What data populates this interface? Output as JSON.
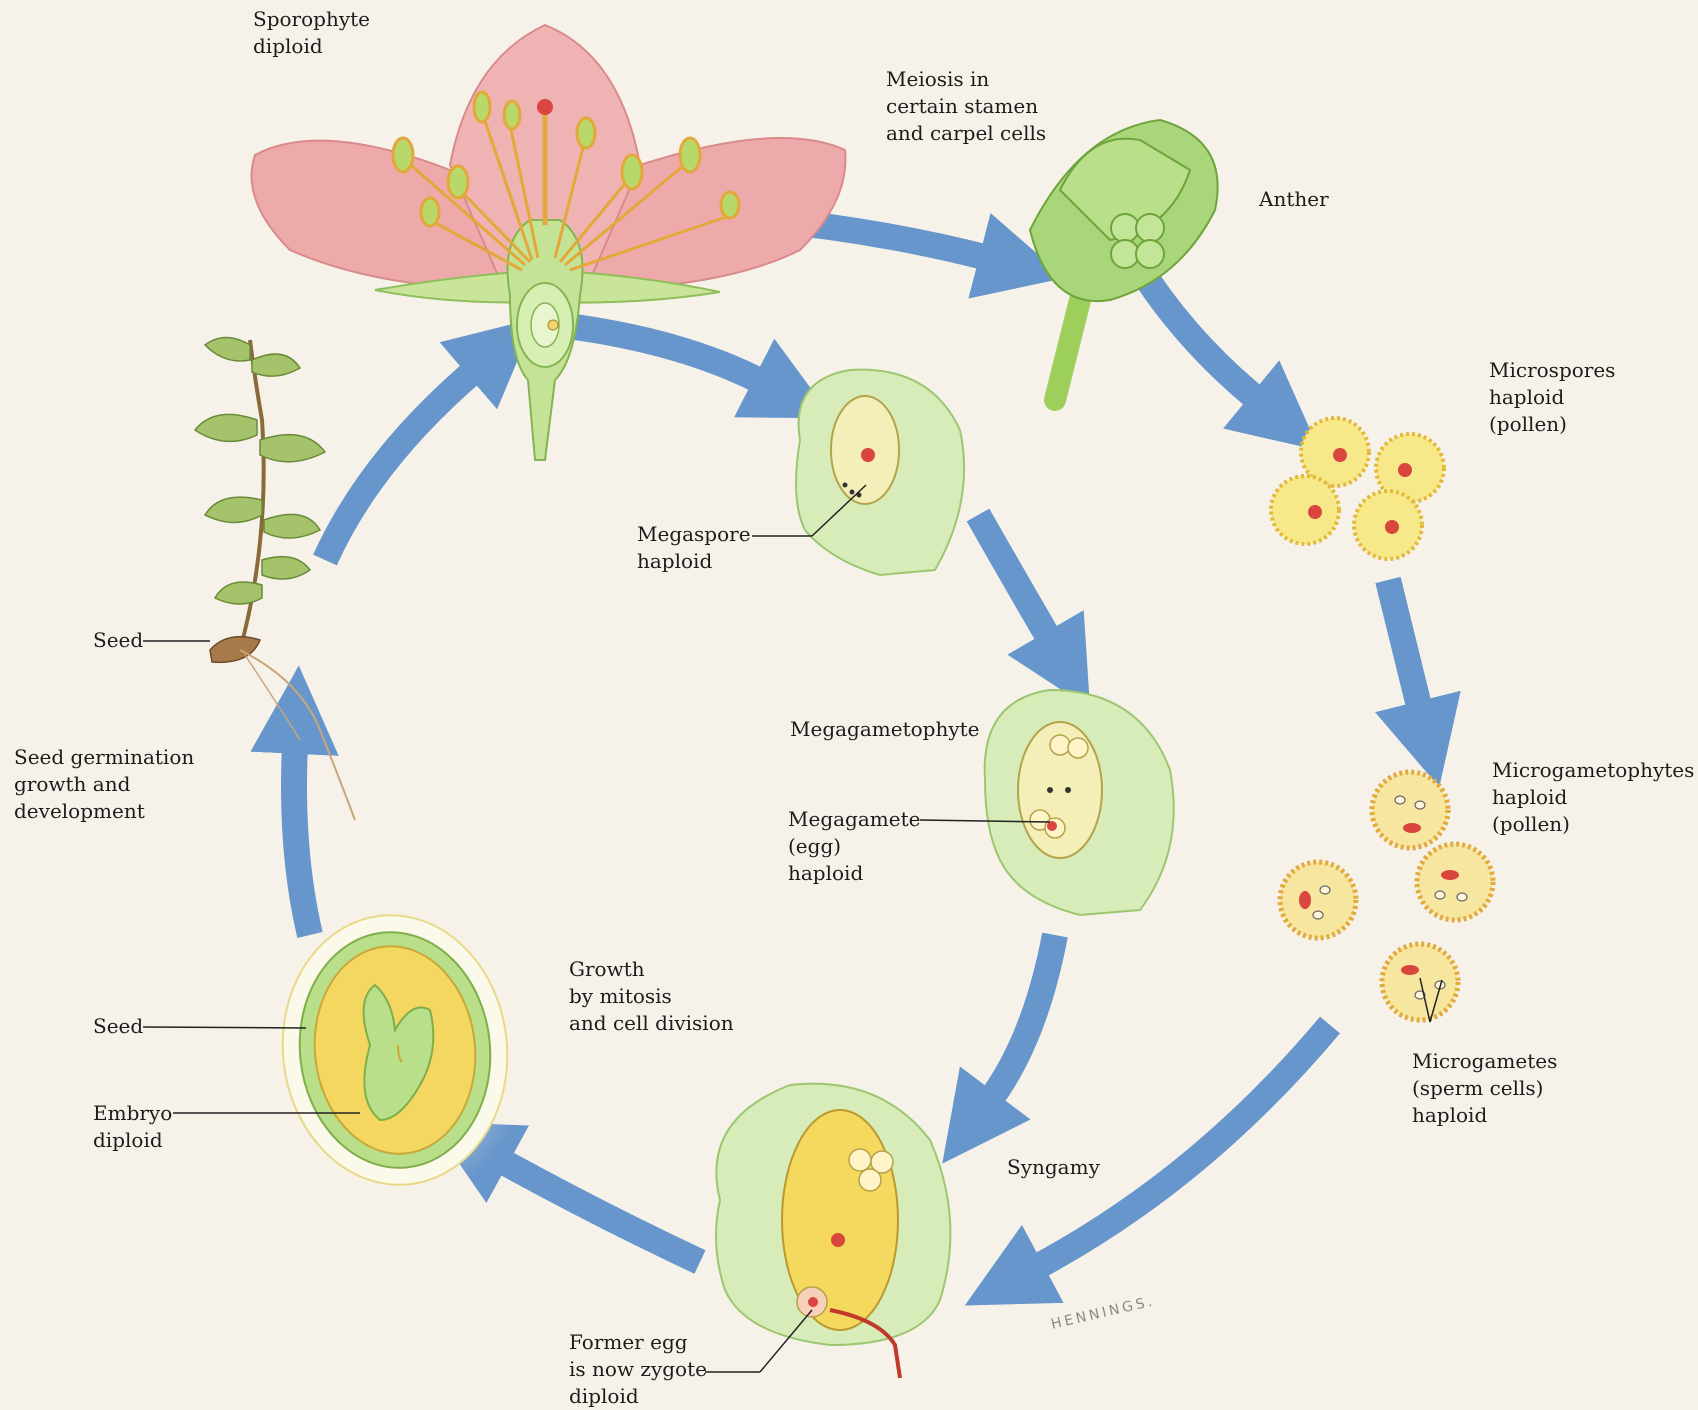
{
  "labels": {
    "sporophyte": [
      "Sporophyte",
      "diploid"
    ],
    "meiosis": [
      "Meiosis in",
      "certain stamen",
      "and carpel cells"
    ],
    "anther": [
      "Anther"
    ],
    "microspores": [
      "Microspores",
      "haploid",
      "(pollen)"
    ],
    "megaspore": [
      "Megaspore",
      "haploid"
    ],
    "megagametophyte": [
      "Megagametophyte"
    ],
    "megagamete": [
      "Megagamete",
      "(egg)",
      "haploid"
    ],
    "microgametophytes": [
      "Microgametophytes",
      "haploid",
      "(pollen)"
    ],
    "microgametes": [
      "Microgametes",
      "(sperm cells)",
      "haploid"
    ],
    "syngamy": [
      "Syngamy"
    ],
    "growth": [
      "Growth",
      "by mitosis",
      "and cell division"
    ],
    "seed_top": [
      "Seed"
    ],
    "germination": [
      "Seed germination",
      "growth and",
      "development"
    ],
    "seed_lower": [
      "Seed"
    ],
    "embryo": [
      "Embryo",
      "diploid"
    ],
    "zygote": [
      "Former egg",
      "is now zygote",
      "diploid"
    ]
  },
  "signature": "HENNINGS.",
  "colors": {
    "petal": "#eeaaaa",
    "plant_green": "#a9d67a",
    "pale_green": "#d7ecb9",
    "pollen": "#f2cf5a",
    "nucleus": "#d8463f",
    "arrow": "#4f87c8",
    "background": "#f6f2e9"
  }
}
